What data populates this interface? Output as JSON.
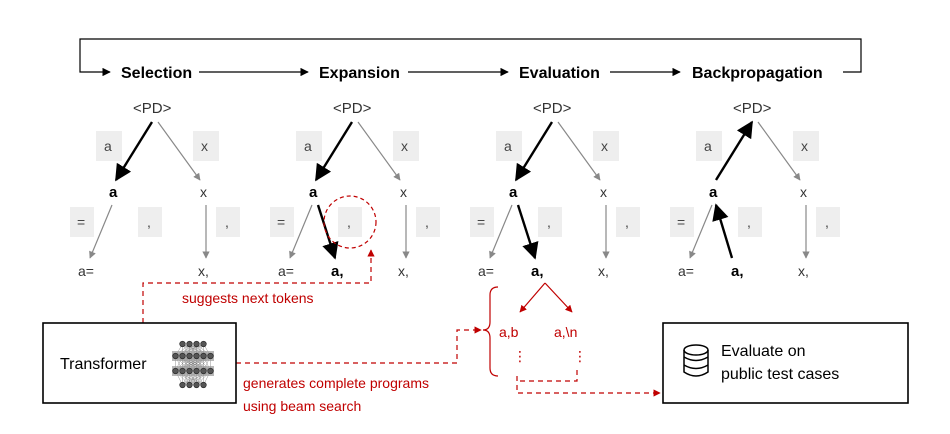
{
  "phases": [
    "Selection",
    "Expansion",
    "Evaluation",
    "Backpropagation"
  ],
  "tree": {
    "root": "<PD>",
    "edge_a": "a",
    "edge_x": "x",
    "node_a": "a",
    "node_x": "x",
    "edge_eq": "=",
    "edge_comma": ",",
    "leaf_aeq": "a=",
    "leaf_acomma": "a,",
    "leaf_xcomma": "x,"
  },
  "evaluation": {
    "child_b": "a,b",
    "child_n": "a,\\n",
    "ellipsis": "⋮"
  },
  "annotations": {
    "suggests": "suggests next tokens",
    "generates_1": "generates complete programs",
    "generates_2": "using beam search"
  },
  "transformer": {
    "label": "Transformer",
    "icon": "neural-network-icon"
  },
  "evaluate_box": {
    "line1": "Evaluate on",
    "line2": "public test cases",
    "icon": "database-icon"
  },
  "colors": {
    "accent_red": "#c00000",
    "label_bg": "#eeeeee",
    "arrow_gray": "#888888"
  }
}
